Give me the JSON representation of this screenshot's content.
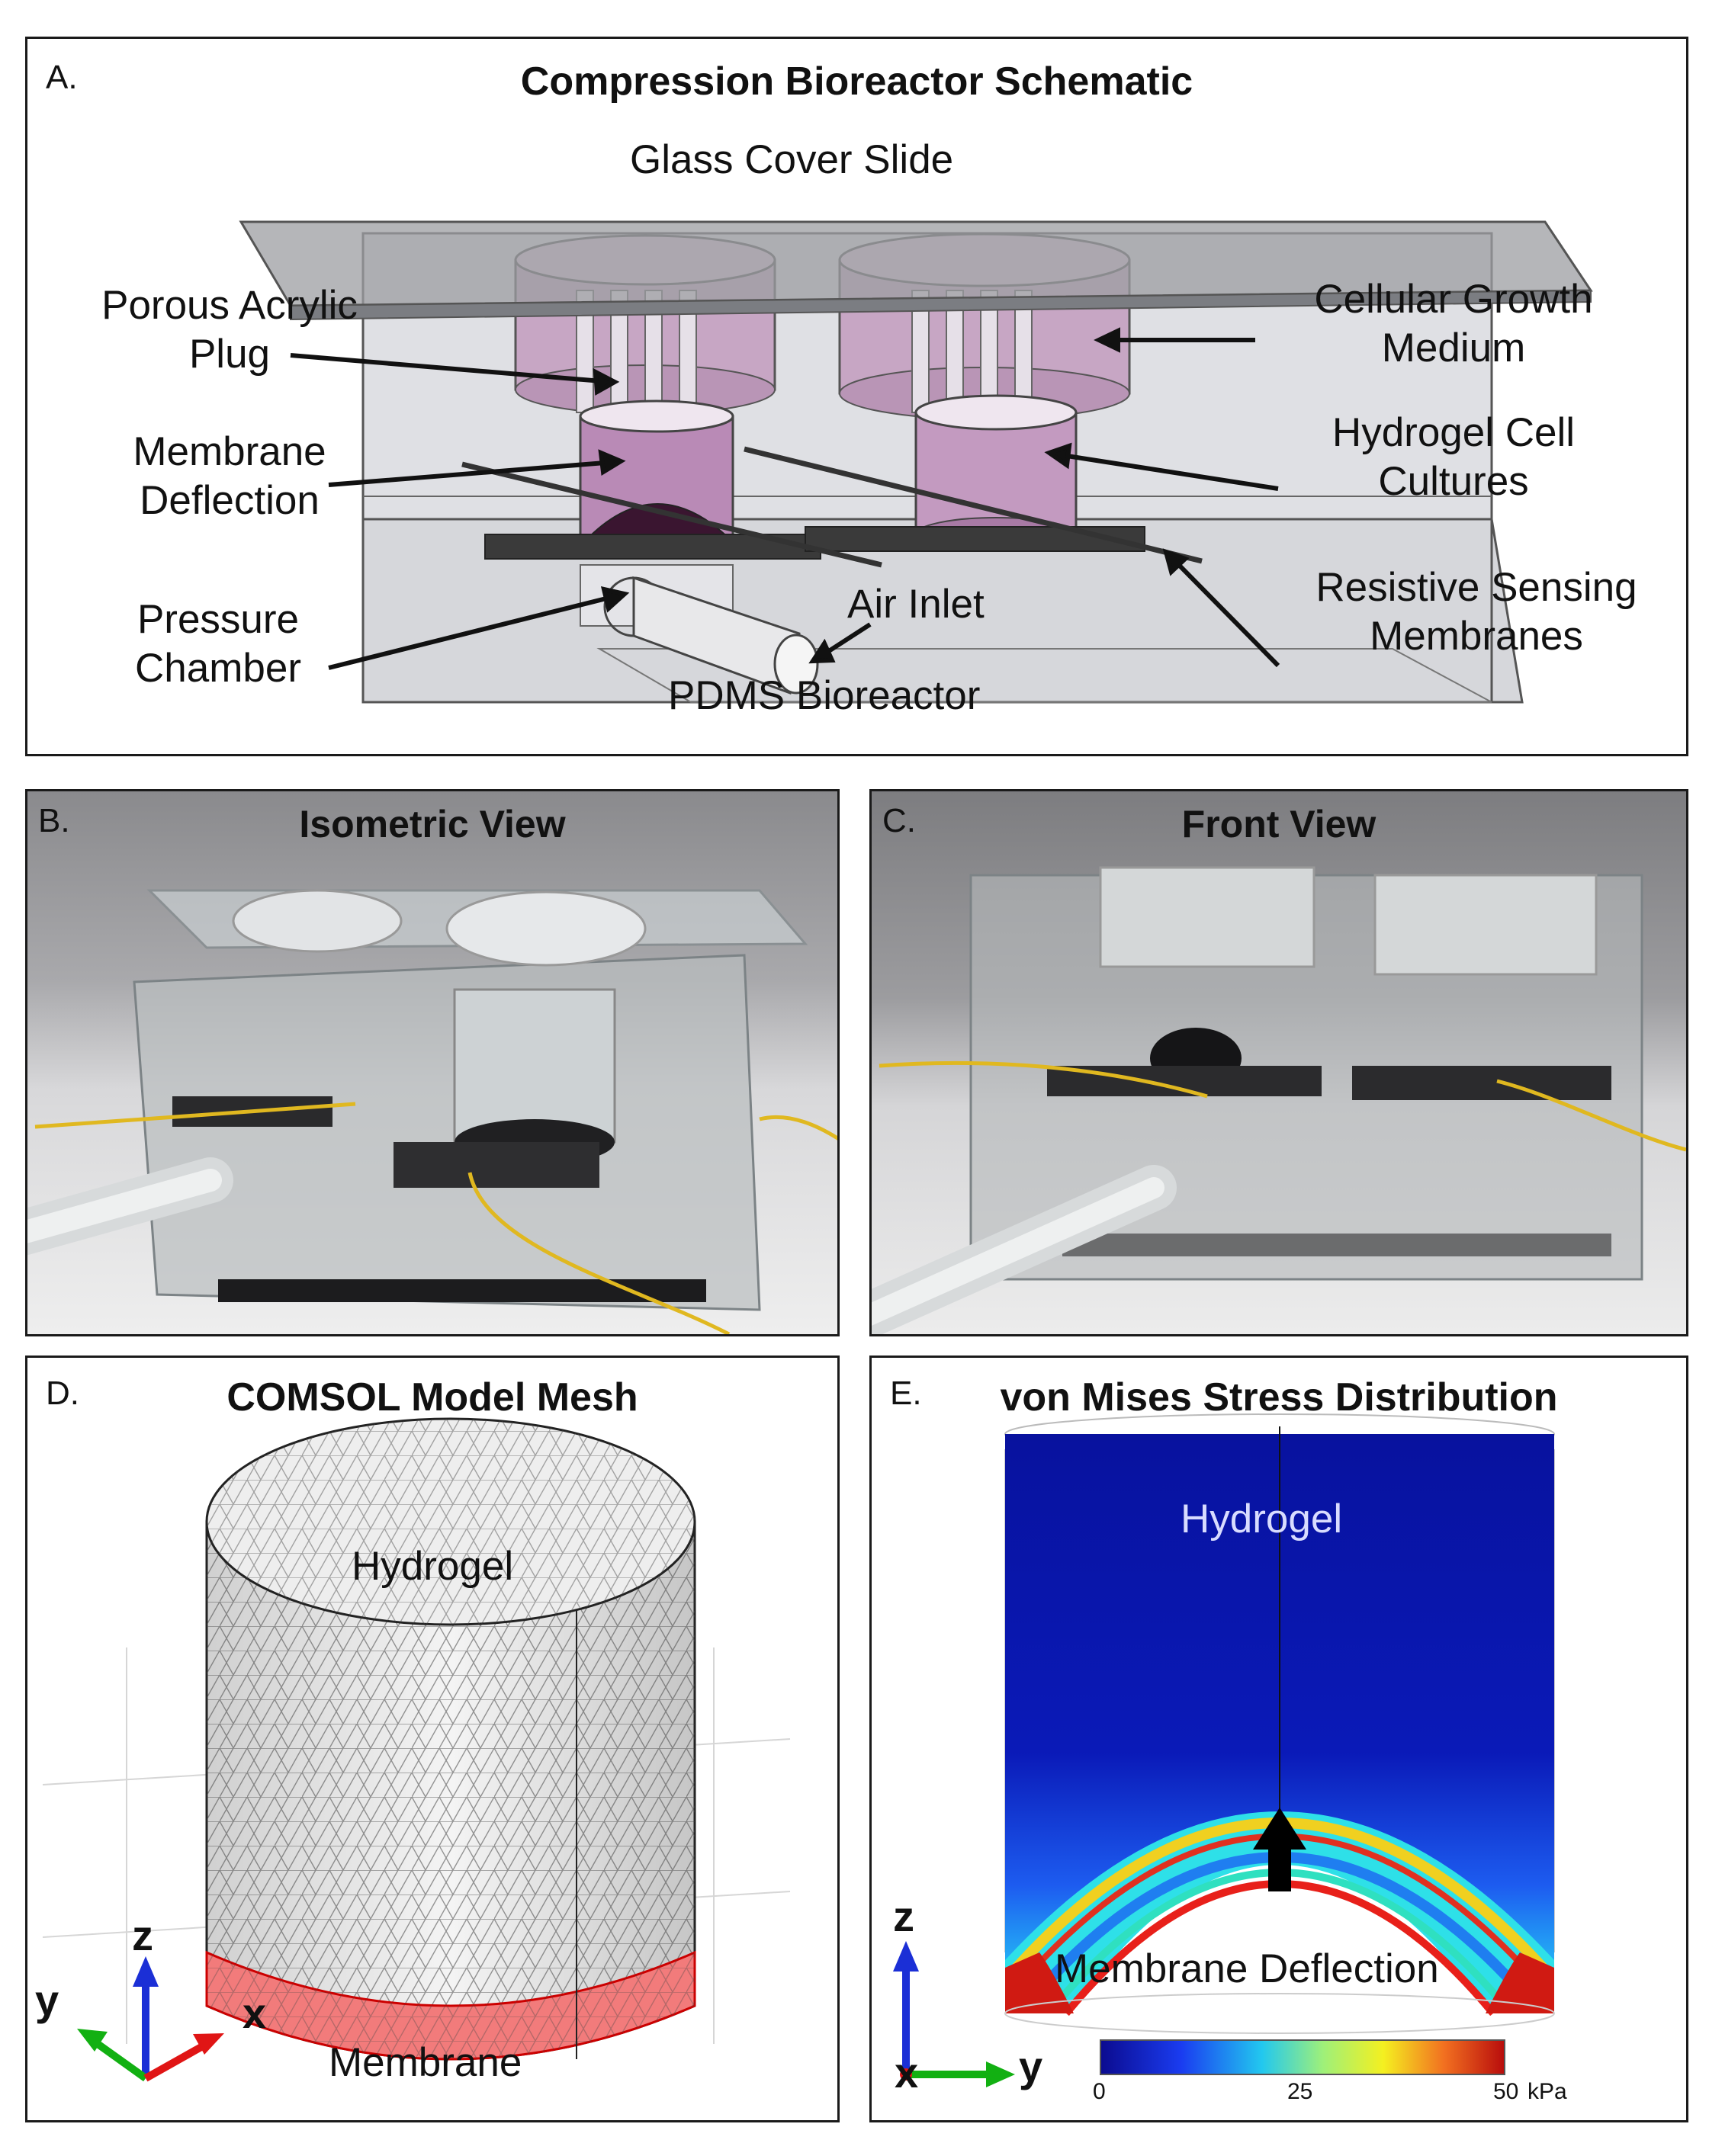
{
  "panelA": {
    "label": "A.",
    "title": "Compression Bioreactor Schematic",
    "labels": {
      "glass": "Glass Cover Slide",
      "porous": "Porous Acrylic\nPlug",
      "membrane": "Membrane\nDeflection",
      "pressure": "Pressure\nChamber",
      "air": "Air Inlet",
      "pdms": "PDMS Bioreactor",
      "medium": "Cellular Growth\nMedium",
      "hydrogel": "Hydrogel Cell\nCultures",
      "sensing": "Resistive Sensing\nMembranes"
    }
  },
  "panelB": {
    "label": "B.",
    "title": "Isometric View"
  },
  "panelC": {
    "label": "C.",
    "title": "Front View"
  },
  "panelD": {
    "label": "D.",
    "title": "COMSOL Model Mesh",
    "hydrogel": "Hydrogel",
    "membrane": "Membrane",
    "axes": {
      "z": "z",
      "y": "y",
      "x": "x"
    }
  },
  "panelE": {
    "label": "E.",
    "title": "von Mises Stress Distribution",
    "hydrogel": "Hydrogel",
    "deflection": "Membrane Deflection",
    "axes": {
      "z": "z",
      "x": "x",
      "y": "y"
    },
    "colorbar": {
      "min": "0",
      "mid": "25",
      "max": "50",
      "unit": "kPa"
    }
  },
  "colors": {
    "purple": "#c7a6c4",
    "purpleDark": "#9a6d96",
    "blue": "#0b1aa8",
    "red": "#d01010"
  }
}
